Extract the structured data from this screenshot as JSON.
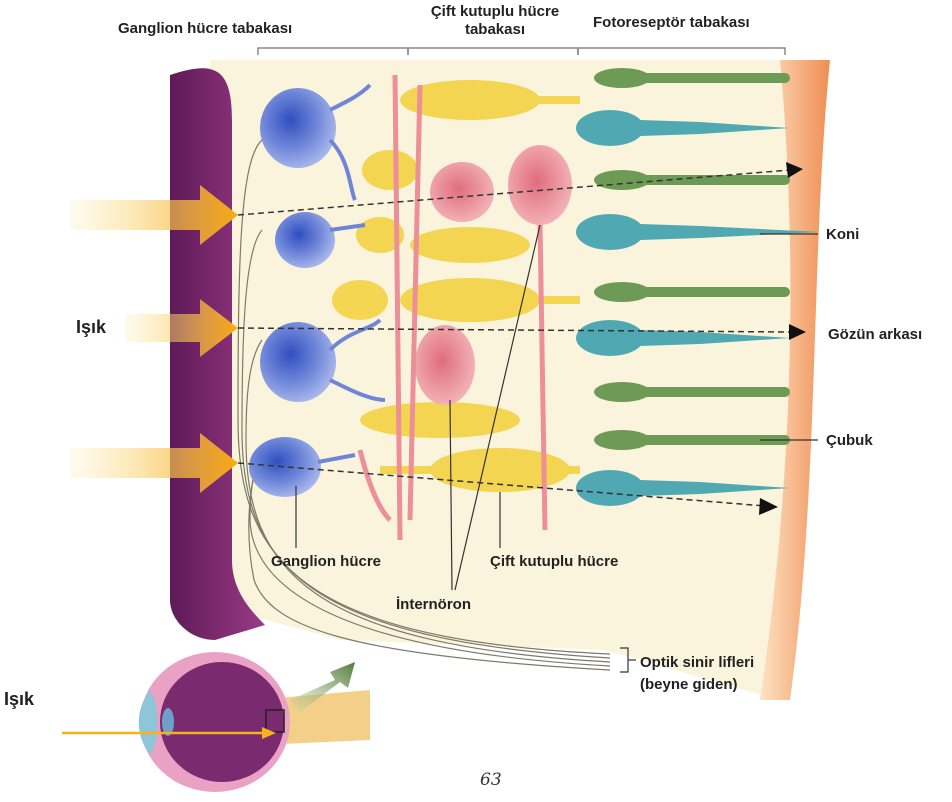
{
  "headers": {
    "ganglion_layer": "Ganglion hücre tabakası",
    "bipolar_layer_line1": "Çift kutuplu hücre",
    "bipolar_layer_line2": "tabakası",
    "photoreceptor_layer": "Fotoreseptör  tabakası"
  },
  "labels": {
    "light_main": "Işık",
    "light_eye": "Işık",
    "cone": "Koni",
    "back_of_eye": "Gözün arkası",
    "rod": "Çubuk",
    "ganglion_cell": "Ganglion hücre",
    "bipolar_cell": "Çift kutuplu hücre",
    "interneuron": "İnternöron",
    "optic_nerve_line1": "Optik sinir lifleri",
    "optic_nerve_line2": "(beyne giden)"
  },
  "page_number": "63",
  "colors": {
    "choroid": "#7a2a6e",
    "background_tissue": "#fbf4dc",
    "back_of_eye_edge": "#f2a06a",
    "light_arrow": "#f6b21c",
    "ganglion_cell": "#6f86d8",
    "bipolar_cell": "#f3d44a",
    "interneuron": "#ec8f98",
    "cone": "#4fa8b2",
    "rod": "#6d9a55"
  }
}
